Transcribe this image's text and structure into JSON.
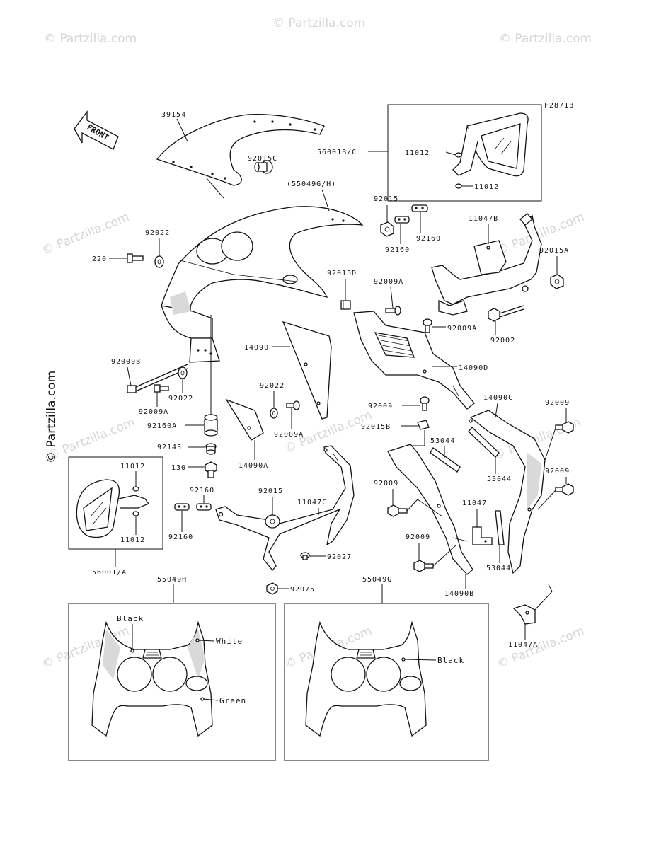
{
  "figure_code": "F2871B",
  "front_arrow": "FRONT",
  "watermark": "© Partzilla.com",
  "parts": {
    "p39154": "39154",
    "p92015C": "92015C",
    "p55049GH": "(55049G/H)",
    "p56001BC": "56001B/C",
    "p11012_a": "11012",
    "p11012_b": "11012",
    "p92015_top": "92015",
    "p92160_top_a": "92160",
    "p92160_top_b": "92160",
    "p11047B": "11047B",
    "p92015A": "92015A",
    "p92022_top": "92022",
    "p220": "220",
    "p92015D": "92015D",
    "p92009A_top": "92009A",
    "p92009A_mid": "92009A",
    "p92002": "92002",
    "p14090": "14090",
    "p14090D": "14090D",
    "p92009B": "92009B",
    "p92022_mid": "92022",
    "p92009A_left": "92009A",
    "p92022_c": "92022",
    "p92009A_c": "92009A",
    "p92009_r1": "92009",
    "p14090C": "14090C",
    "p92009_r2": "92009",
    "p92160A": "92160A",
    "p92015B": "92015B",
    "p53044_a": "53044",
    "p53044_b": "53044",
    "p92143": "92143",
    "p14090A": "14090A",
    "p92009_r3": "92009",
    "p11012_c": "11012",
    "p130": "130",
    "p92009_l1": "92009",
    "p92160_mid": "92160",
    "p92015_mid": "92015",
    "p11047C": "11047C",
    "p11047": "11047",
    "p11012_d": "11012",
    "p92160_low": "92160",
    "p92009_l2": "92009",
    "p53044_c": "53044",
    "p92027": "92027",
    "p56001A": "56001/A",
    "p92075": "92075",
    "p14090B": "14090B",
    "p11047A": "11047A",
    "p55049H": "55049H",
    "p55049G": "55049G"
  },
  "colors": {
    "black_left": "Black",
    "white": "White",
    "green": "Green",
    "black_right": "Black"
  }
}
